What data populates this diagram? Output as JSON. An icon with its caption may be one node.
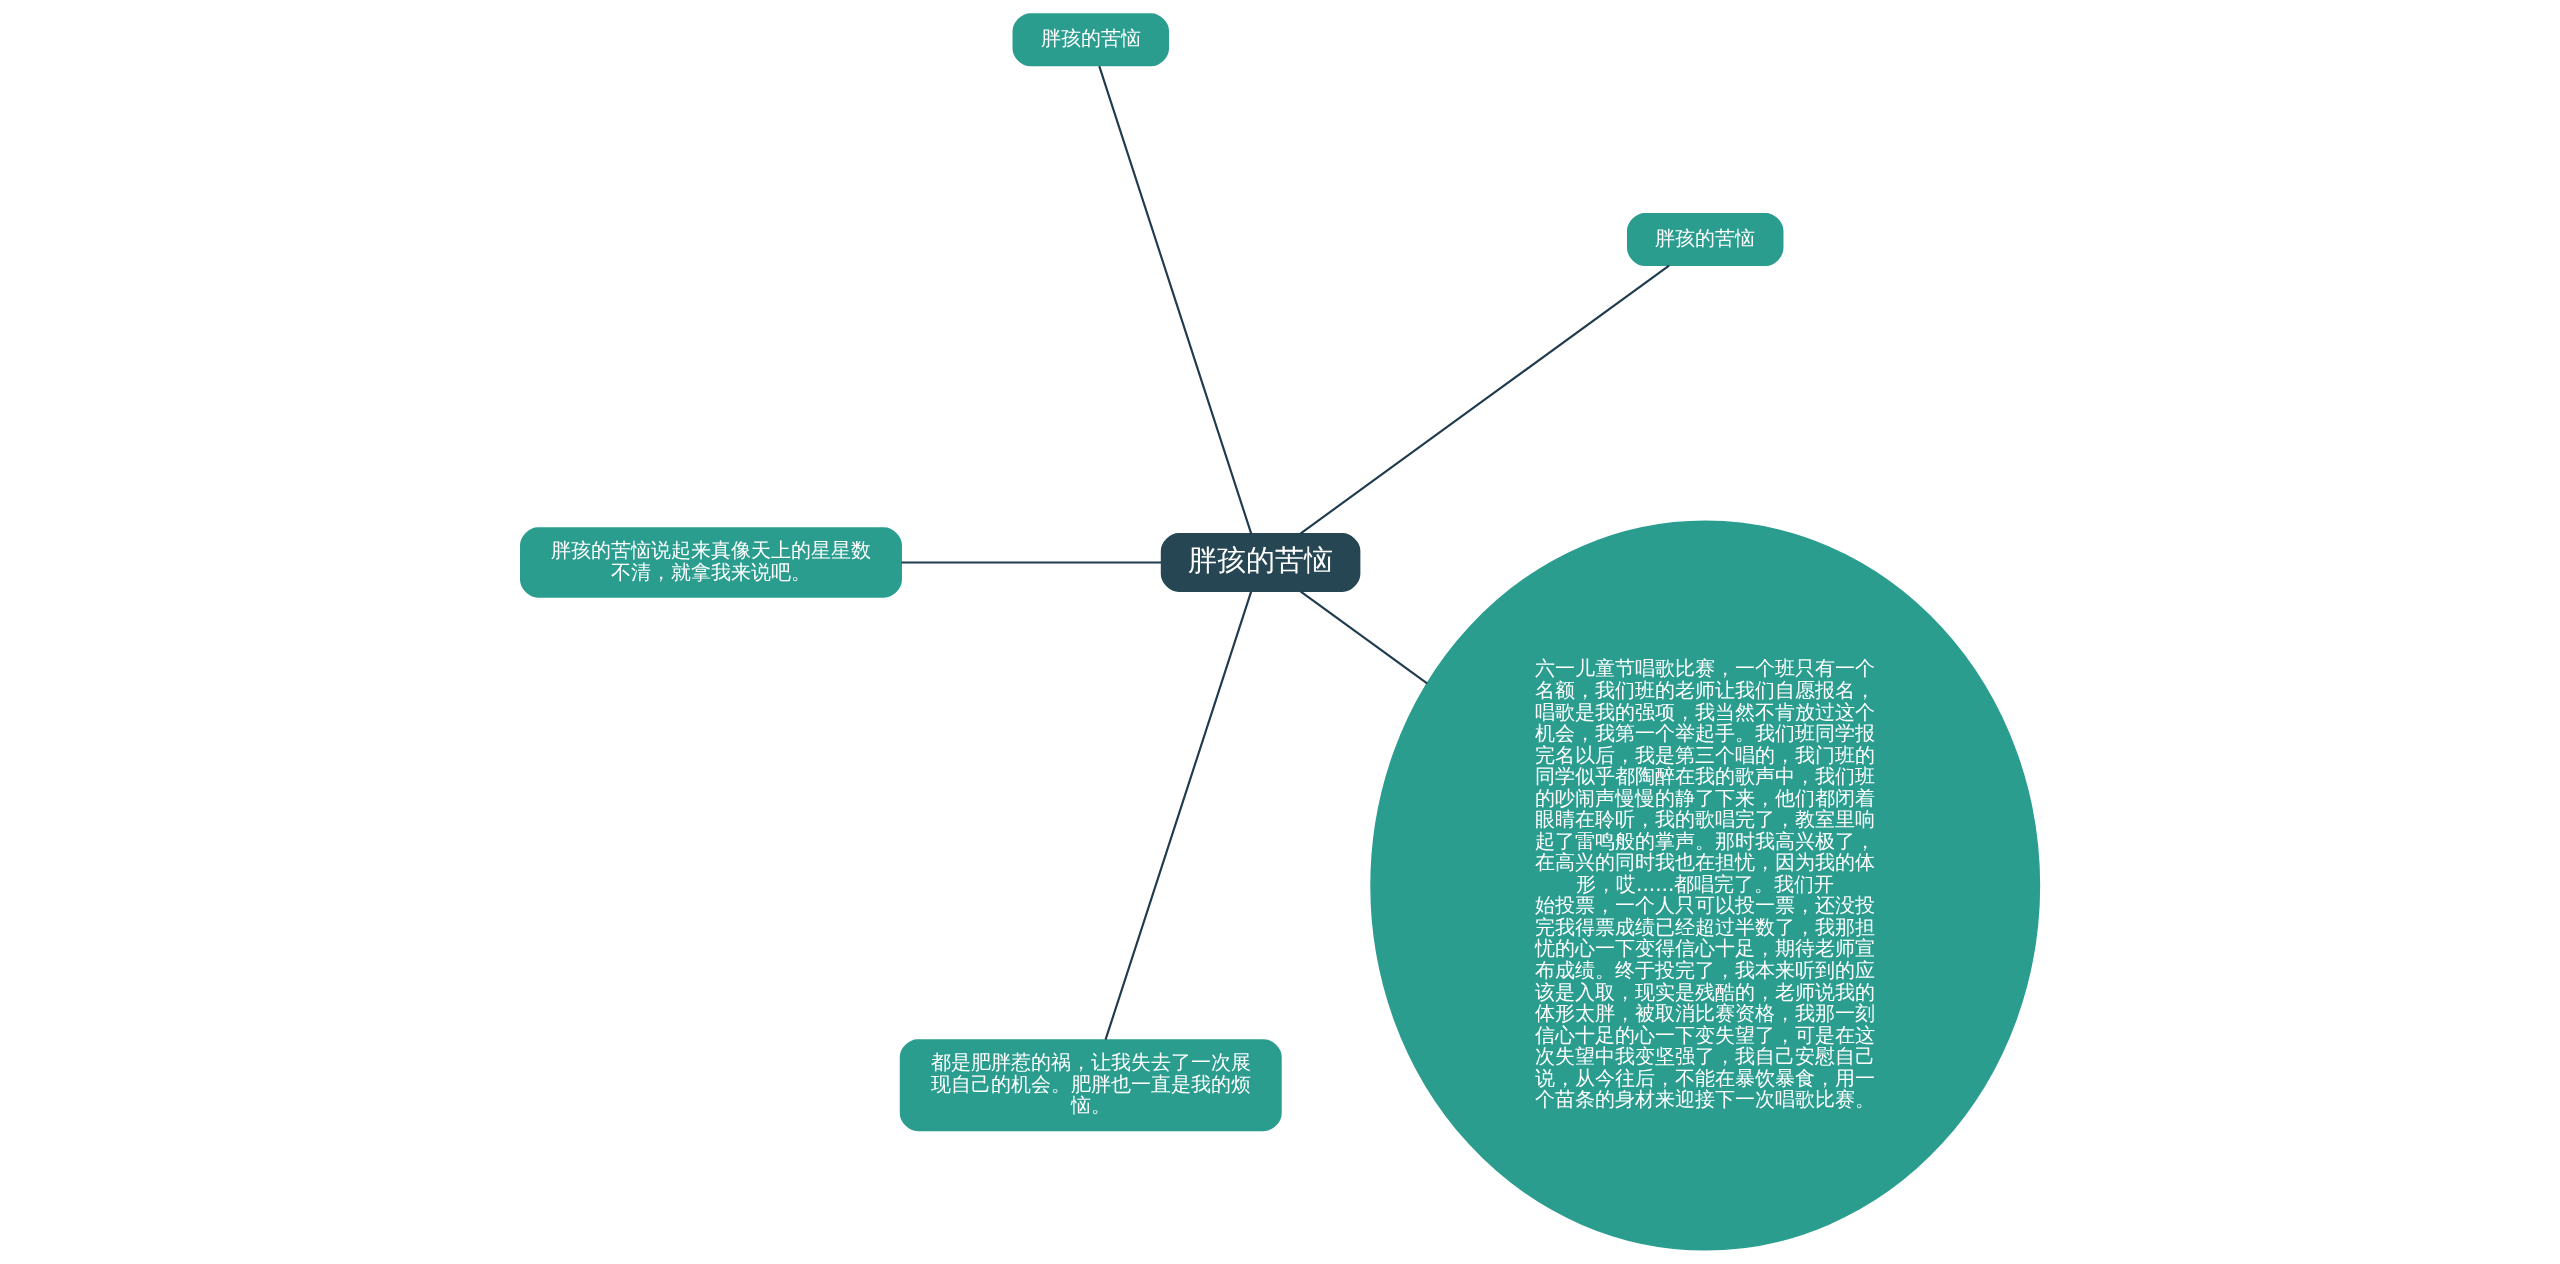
{
  "diagram": {
    "nodes": [
      {
        "text": [
          "胖孩的苦恼"
        ]
      },
      {
        "text": [
          "胖孩的苦恼"
        ]
      },
      {
        "text": [
          "胖孩的苦恼"
        ]
      },
      {
        "text": [
          "胖孩的苦恼说起来真像天上的星星数不清，就拿我来说吧。"
        ]
      },
      {
        "text": [
          "都是肥胖惹的祸，让我失去了一次展现自己的机会。肥胖也一直是我的烦恼。"
        ]
      },
      {
        "text": [
          "六一儿童节唱歌比赛，一个班只有一个名额，我们班的老师让我们自愿报名，唱歌是我的强项，我当然不肯放过这个机会，我第一个举起手。我们班同学报完名以后，我是第三个唱的，我门班的同学似乎都陶醉在我的歌声中，我们班的吵闹声慢慢的静了下来，他们都闭着眼睛在聆听，我的歌唱完了，教室里响起了雷鸣般的掌声。那时我高兴极了，在高兴的同时我也在担忧，因为我的体形，哎......都唱完了。我们开始投票，一个人只可以投一票，还没投完我得票成绩已经超过半数了，我那担忧的心一下变得信心十足，期待老师宣布成绩。终于投完了，我本来听到的应该是入取，现实是残酷的，老师说我的体形太胖，被取消比赛资格，我那一刻信心十足的心一下变失望了，可是在这次失望中我变坚强了，我自己安慰自己说，从今往后，不能在暴饮暴食，用一个苗条的身材来迎接下一次唱歌比赛。"
        ]
      }
    ],
    "edges": [
      {
        "from": 0,
        "to": 1,
        "arrow": "none"
      },
      {
        "from": 0,
        "to": 2,
        "arrow": "none"
      },
      {
        "from": 0,
        "to": 3,
        "arrow": "none"
      },
      {
        "from": 0,
        "to": 4,
        "arrow": "none"
      },
      {
        "from": 0,
        "to": 5,
        "arrow": "none"
      }
    ]
  }
}
